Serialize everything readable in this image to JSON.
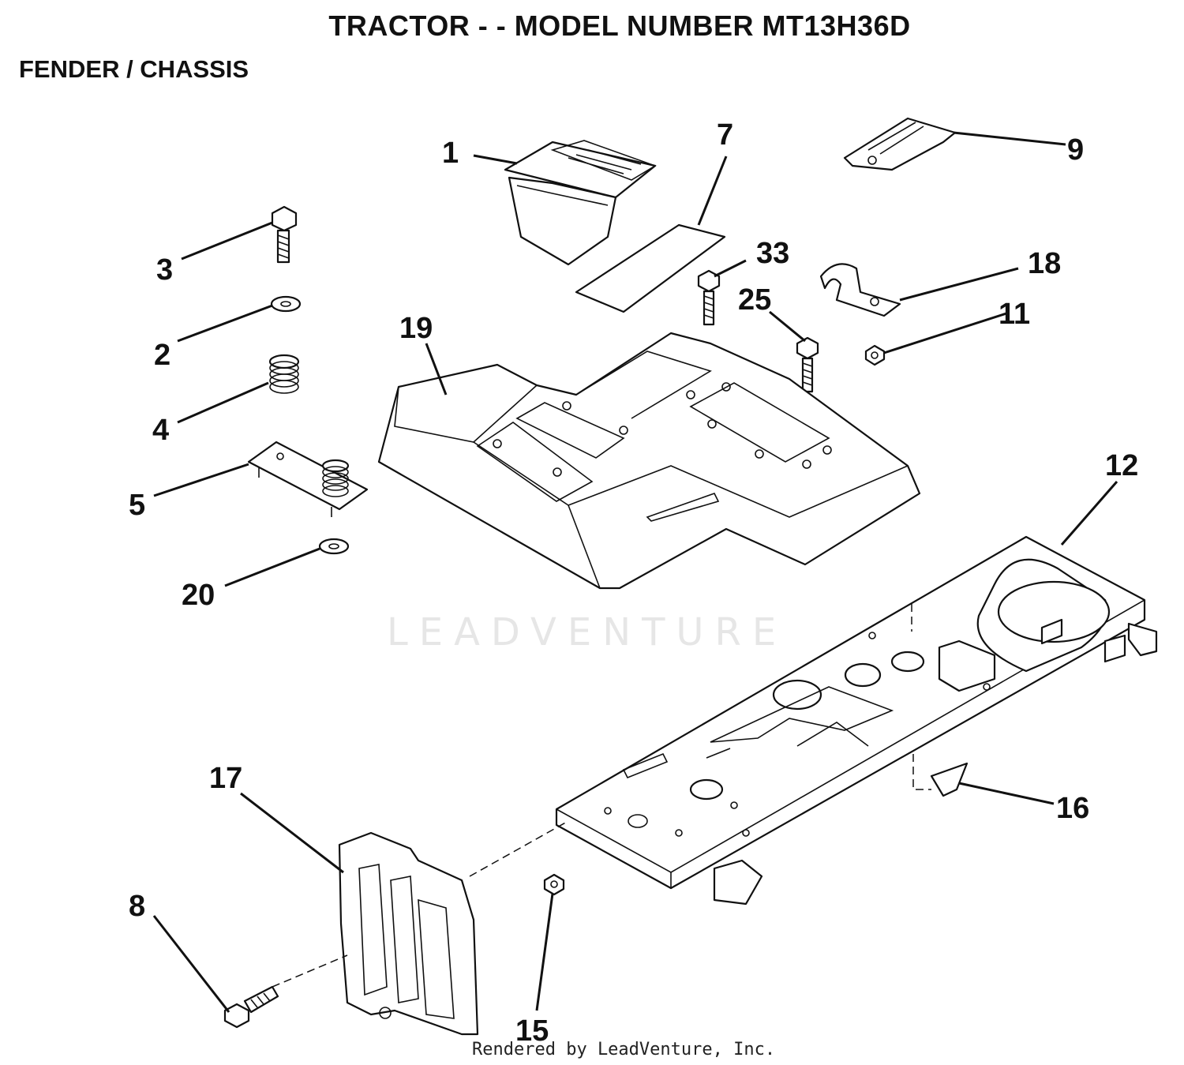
{
  "title": "TRACTOR - - MODEL NUMBER MT13H36D",
  "subtitle": "FENDER / CHASSIS",
  "watermark": "LEADVENTURE",
  "footer": "Rendered by LeadVenture, Inc.",
  "callouts": {
    "p1": "1",
    "p2": "2",
    "p3": "3",
    "p4": "4",
    "p5": "5",
    "p7": "7",
    "p8": "8",
    "p9": "9",
    "p11": "11",
    "p12": "12",
    "p15": "15",
    "p16": "16",
    "p17": "17",
    "p18": "18",
    "p19": "19",
    "p20": "20",
    "p25": "25",
    "p33": "33"
  }
}
